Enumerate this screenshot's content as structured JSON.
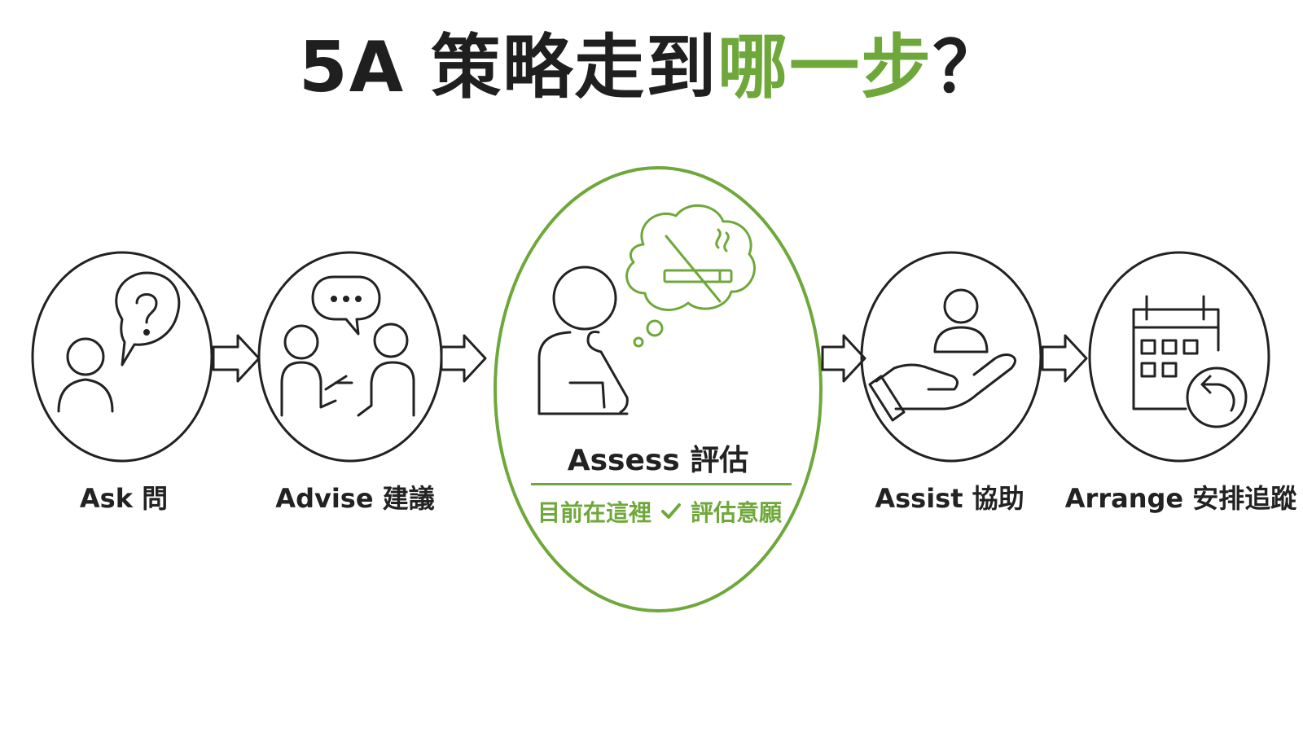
{
  "title": {
    "part1": "5A 策略走到",
    "part2": "哪一步",
    "part3": "？"
  },
  "steps": [
    {
      "label": "Ask 問",
      "icon": "person-question-bubble-icon"
    },
    {
      "label": "Advise 建議",
      "icon": "two-people-talking-icon"
    },
    {
      "label": "Assess 評估",
      "icon": "thinking-person-no-smoking-icon"
    },
    {
      "label": "Assist 協助",
      "icon": "hand-holding-person-icon"
    },
    {
      "label": "Arrange 安排追蹤",
      "icon": "calendar-return-icon"
    }
  ],
  "current": {
    "here_text": "目前在這裡",
    "status_text": "評估意願"
  },
  "colors": {
    "accent": "#6fa83a",
    "ink": "#222222"
  }
}
